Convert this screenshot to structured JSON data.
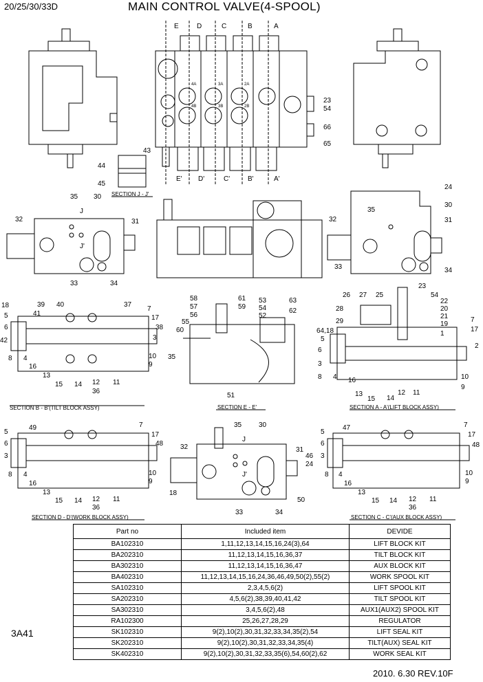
{
  "header": {
    "model": "20/25/30/33D",
    "title": "MAIN CONTROL VALVE(4-SPOOL)"
  },
  "page_code": "3A41",
  "revision": "2010. 6.30  REV.10F",
  "section_titles": {
    "jj": "SECTION J - J'",
    "bb": "SECTION B - B'(TILT BLOCK ASSY)",
    "ee": "SECTION E - E'",
    "aa": "SECTION A - A'(LIFT BLOCK ASSY)",
    "dd": "SECTION D - D'(WORK BLOCK ASSY)",
    "cc": "SECTION C - C'(AUX BLOCK ASSY)"
  },
  "cut_marks": {
    "top": [
      "E",
      "D",
      "C",
      "B",
      "A"
    ],
    "bottom": [
      "E'",
      "D'",
      "C'",
      "B'",
      "A'"
    ],
    "j": "J",
    "j_prime": "J'"
  },
  "port_marks": [
    "4A",
    "3A",
    "2A",
    "4B",
    "3B",
    "2B"
  ],
  "callouts": {
    "front": [
      "23",
      "54",
      "66",
      "65"
    ],
    "jj": [
      "43",
      "44",
      "45"
    ],
    "end_left": [
      "35",
      "30",
      "32",
      "31",
      "33",
      "34"
    ],
    "end_right": [
      "24",
      "35",
      "30",
      "32",
      "31",
      "33",
      "34"
    ],
    "bb": [
      "18",
      "39",
      "40",
      "37",
      "5",
      "41",
      "7",
      "17",
      "6",
      "38",
      "42",
      "3",
      "8",
      "4",
      "10",
      "16",
      "9",
      "13",
      "15",
      "14",
      "12",
      "11",
      "36"
    ],
    "ee": [
      "58",
      "61",
      "53",
      "63",
      "57",
      "59",
      "54",
      "62",
      "56",
      "52",
      "55",
      "60",
      "35",
      "51"
    ],
    "aa": [
      "23",
      "26",
      "27",
      "25",
      "54",
      "22",
      "28",
      "20",
      "21",
      "29",
      "19",
      "7",
      "64,18",
      "1",
      "17",
      "5",
      "2",
      "6",
      "3",
      "8",
      "4",
      "10",
      "16",
      "9",
      "13",
      "15",
      "14",
      "12",
      "11"
    ],
    "dd": [
      "5",
      "49",
      "7",
      "17",
      "6",
      "48",
      "3",
      "8",
      "4",
      "10",
      "16",
      "9",
      "13",
      "15",
      "14",
      "12",
      "11",
      "36"
    ],
    "end_bottom": [
      "35",
      "30",
      "32",
      "31",
      "46",
      "24",
      "18",
      "33",
      "34",
      "50"
    ],
    "cc": [
      "5",
      "47",
      "7",
      "17",
      "6",
      "48",
      "3",
      "8",
      "4",
      "10",
      "16",
      "9",
      "13",
      "15",
      "14",
      "12",
      "11",
      "36"
    ]
  },
  "kits_table": {
    "headers": [
      "Part no",
      "Included item",
      "DEVIDE"
    ],
    "rows": [
      [
        "BA102310",
        "1,11,12,13,14,15,16,24(3),64",
        "LIFT BLOCK KIT"
      ],
      [
        "BA202310",
        "11,12,13,14,15,16,36,37",
        "TILT BLOCK KIT"
      ],
      [
        "BA302310",
        "11,12,13,14,15,16,36,47",
        "AUX BLOCK KIT"
      ],
      [
        "BA402310",
        "11,12,13,14,15,16,24,36,46,49,50(2),55(2)",
        "WORK SPOOL KIT"
      ],
      [
        "SA102310",
        "2,3,4,5,6(2)",
        "LIFT SPOOL KIT"
      ],
      [
        "SA202310",
        "4,5,6(2),38,39,40,41,42",
        "TILT SPOOL KIT"
      ],
      [
        "SA302310",
        "3,4,5,6(2),48",
        "AUX1(AUX2) SPOOL KIT"
      ],
      [
        "RA102300",
        "25,26,27,28,29",
        "REGULATOR"
      ],
      [
        "SK102310",
        "9(2),10(2),30,31,32,33,34,35(2),54",
        "LIFT SEAL KIT"
      ],
      [
        "SK202310",
        "9(2),10(2),30,31,32,33,34,35(4)",
        "TILT(AUX) SEAL KIT"
      ],
      [
        "SK402310",
        "9(2),10(2),30,31,32,33,35(6),54,60(2),62",
        "WORK SEAL KIT"
      ]
    ]
  }
}
